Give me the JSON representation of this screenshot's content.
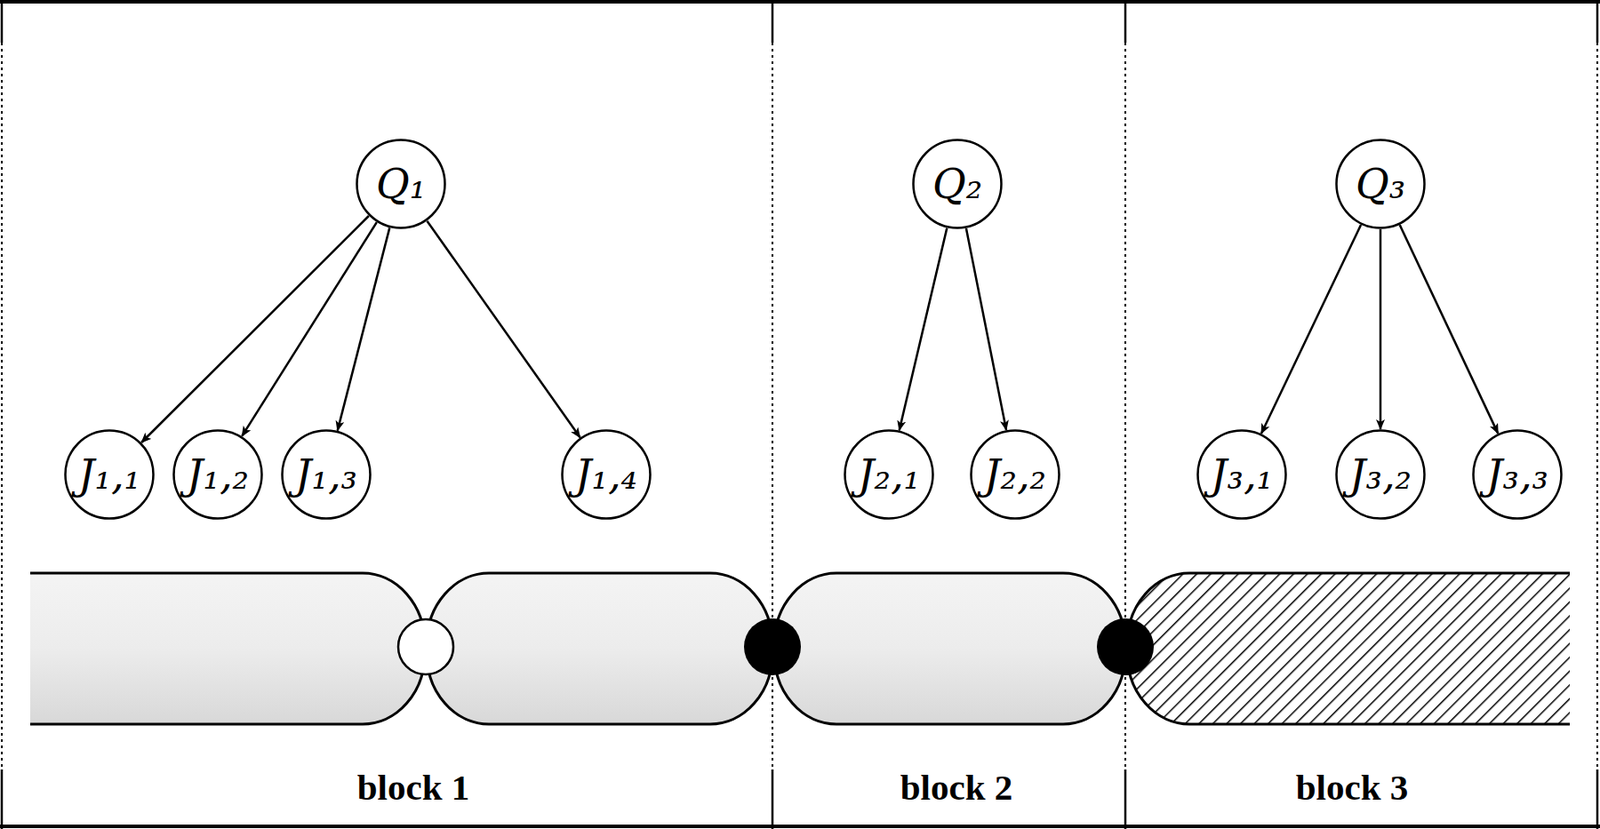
{
  "diagram": {
    "nodes": [
      {
        "text": [
          "Q₁"
        ]
      },
      {
        "text": [
          "J₁,₁"
        ]
      },
      {
        "text": [
          "J₁,₂"
        ]
      },
      {
        "text": [
          "J₁,₃"
        ]
      },
      {
        "text": [
          "J₁,₄"
        ]
      },
      {
        "text": [
          "Q₂"
        ]
      },
      {
        "text": [
          "J₂,₁"
        ]
      },
      {
        "text": [
          "J₂,₂"
        ]
      },
      {
        "text": [
          "Q₃"
        ]
      },
      {
        "text": [
          "J₃,₁"
        ]
      },
      {
        "text": [
          "J₃,₂"
        ]
      },
      {
        "text": [
          "J₃,₃"
        ]
      }
    ],
    "edges": [
      {
        "from": 0,
        "to": 1,
        "arrow": "to"
      },
      {
        "from": 0,
        "to": 2,
        "arrow": "to"
      },
      {
        "from": 0,
        "to": 3,
        "arrow": "to"
      },
      {
        "from": 0,
        "to": 4,
        "arrow": "to"
      },
      {
        "from": 5,
        "to": 6,
        "arrow": "to"
      },
      {
        "from": 5,
        "to": 7,
        "arrow": "to"
      },
      {
        "from": 8,
        "to": 9,
        "arrow": "to"
      },
      {
        "from": 8,
        "to": 10,
        "arrow": "to"
      },
      {
        "from": 8,
        "to": 11,
        "arrow": "to"
      }
    ],
    "labels": [
      "block 1",
      "block 2",
      "block 3"
    ]
  }
}
